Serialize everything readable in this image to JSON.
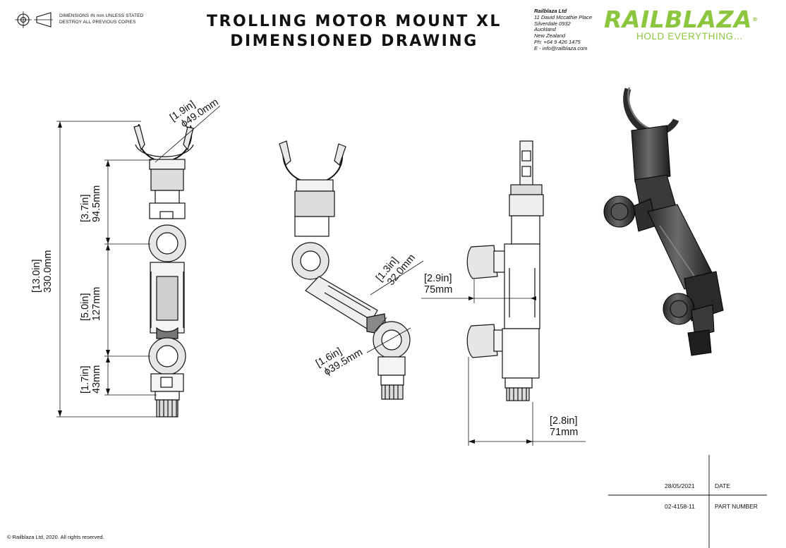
{
  "header": {
    "projection_note_line1": "DIMENSIONS IN mm UNLESS STATED",
    "projection_note_line2": "DESTROY ALL PREVIOUS COPIES",
    "title_line1": "TROLLING MOTOR MOUNT XL",
    "title_line2": "DIMENSIONED DRAWING"
  },
  "company": {
    "name": "Railblaza Ltd",
    "address1": "11 David Mccathie Place",
    "address2": "Silverdale 0932",
    "address3": "Auckland",
    "address4": "New Zealand",
    "phone": "Ph: +64 9 426 1475",
    "email": "E - info@railblaza.com"
  },
  "brand": {
    "logo_text": "RAILBLAZA",
    "registered": "®",
    "tagline": "HOLD EVERYTHING...",
    "color": "#8cc63f"
  },
  "dimensions": {
    "clamp_in": "[1.9in]",
    "clamp_mm": "ϕ49.0mm",
    "total_in": "[13.0in]",
    "total_mm": "330.0mm",
    "upper_in": "[3.7in]",
    "upper_mm": "94.5mm",
    "middle_in": "[5.0in]",
    "middle_mm": "127mm",
    "lower_in": "[1.7in]",
    "lower_mm": "43mm",
    "arm_in": "[1.3in]",
    "arm_mm": "32.0mm",
    "knuckle_in": "[1.6in]",
    "knuckle_mm": "ϕ39.5mm",
    "offset_in": "[2.9in]",
    "offset_mm": "75mm",
    "base_in": "[2.8in]",
    "base_mm": "71mm"
  },
  "title_block": {
    "date_value": "28/05/2021",
    "date_label": "DATE",
    "part_value": "02-4158-11",
    "part_label": "PART NUMBER"
  },
  "footer": {
    "copyright": "© Railblaza Ltd, 2020. All rights reserved."
  }
}
